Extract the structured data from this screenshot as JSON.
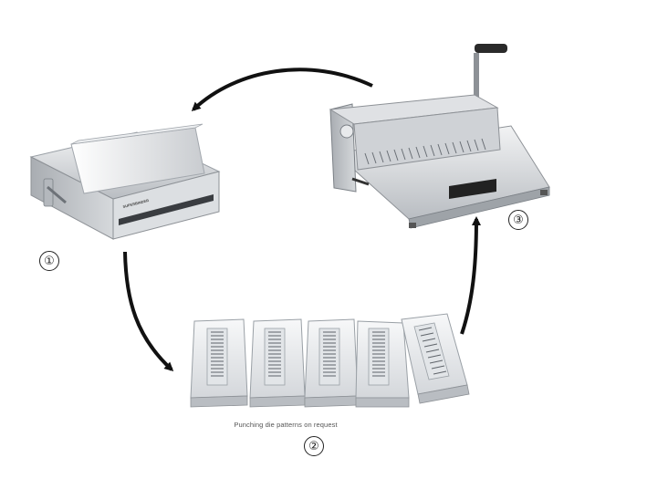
{
  "steps": [
    {
      "marker": "①"
    },
    {
      "marker": "②"
    },
    {
      "marker": "③"
    }
  ],
  "caption": "Punching die patterns on request",
  "brand": "SUPERBINDER",
  "colors": {
    "arrow": "#111111",
    "metal_light": "#e6e7e9",
    "metal_mid": "#c3c6ca",
    "metal_dark": "#8d9196",
    "die_body": "#eef0f2",
    "handle_black": "#222222"
  },
  "icons": [
    "punch-machine-icon",
    "die-cassette-icon",
    "binding-machine-icon",
    "arrow-icon"
  ]
}
